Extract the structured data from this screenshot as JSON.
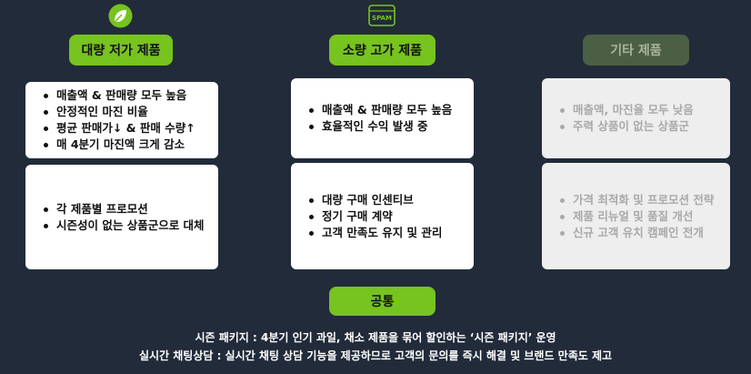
{
  "columns": [
    {
      "title": "대량 저가 제품",
      "top_items": [
        "매출액 & 판매량 모두 높음",
        "안정적인 마진 비율",
        "평균 판매가↓ & 판매 수량↑",
        "매 4분기 마진액 크게 감소"
      ],
      "bottom_items": [
        "각 제품별 프로모션",
        "시즌성이 없는 상품군으로 대체"
      ]
    },
    {
      "title": "소량 고가 제품",
      "icon_text": "SPAM",
      "top_items": [
        "매출액 & 판매량 모두 높음",
        "효율적인 수익 발생 중"
      ],
      "bottom_items": [
        "대량 구매 인센티브",
        "정기 구매 계약",
        "고객 만족도 유지 및 관리"
      ]
    },
    {
      "title": "기타 제품",
      "top_items": [
        "매출액, 마진율 모두 낮음",
        "주력 상품이 없는 상품군"
      ],
      "bottom_items": [
        "가격 최적화 및 프로모션 전략",
        "제품 리뉴얼 및 품질 개선",
        "신규 고객 유치 캠페인 전개"
      ]
    }
  ],
  "common": {
    "title": "공통",
    "lines": [
      "시즌 패키지 : 4분기 인기 과일, 채소 제품을 묶어 할인하는 ‘시즌 패키지’ 운영",
      "실시간 채팅상담 : 실시간 채팅 상담 기능을 제공하므로 고객의 문의를 즉시 해결 및 브랜드 만족도 제고"
    ]
  },
  "colors": {
    "background": "#222b39",
    "accent": "#77c320",
    "muted": "#4b5f45"
  }
}
